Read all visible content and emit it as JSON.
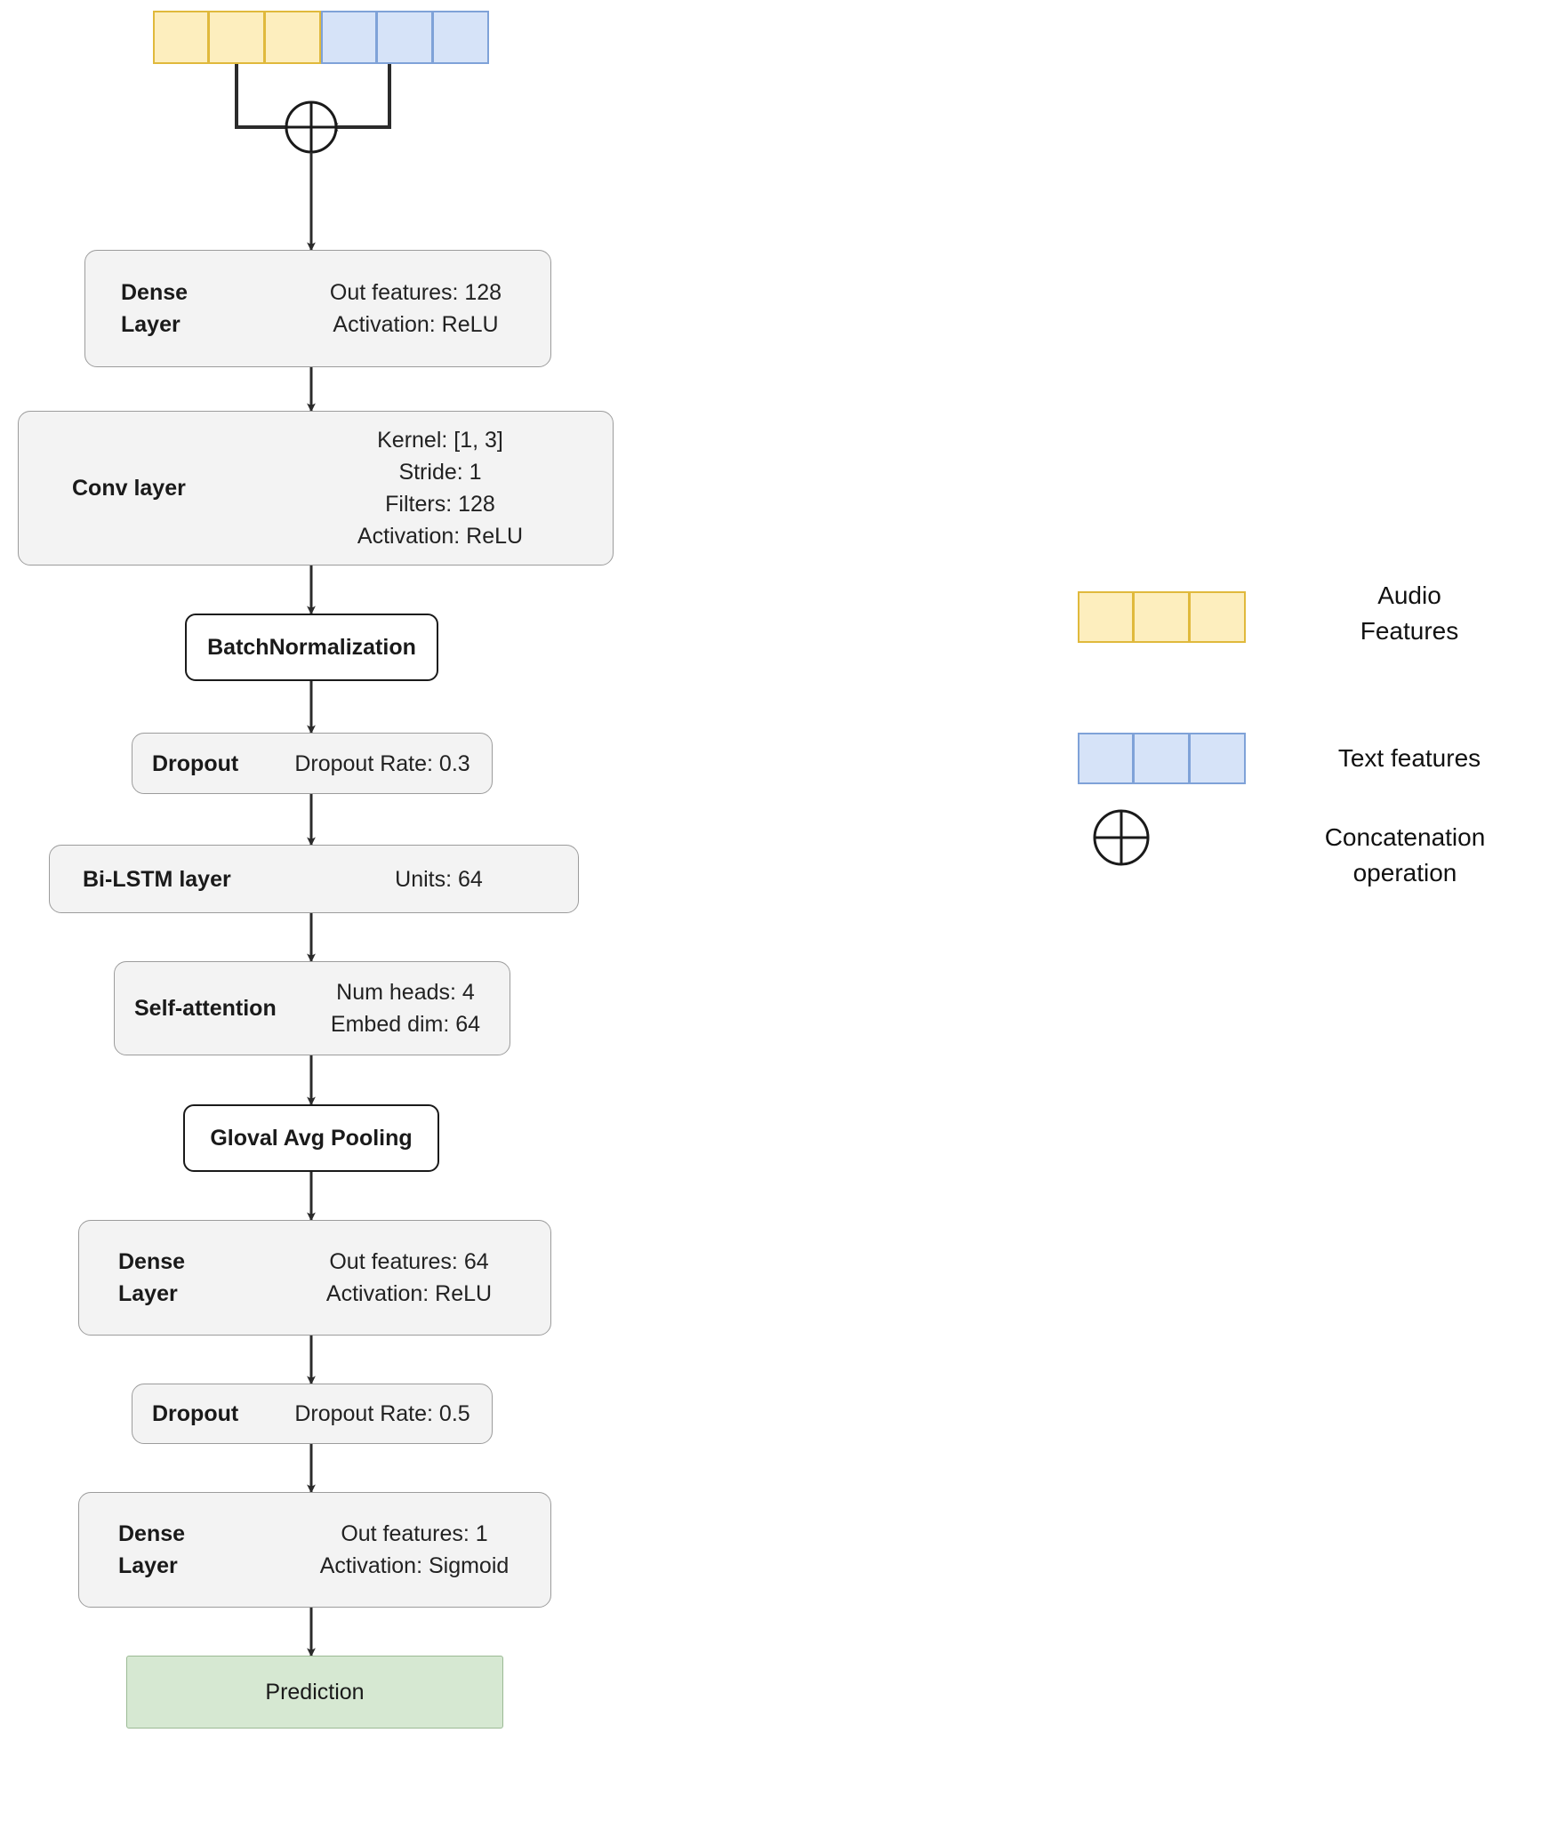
{
  "diagram": {
    "title": "Multimodal audio-text neural network architecture",
    "input_strip": {
      "audio_cells": 3,
      "text_cells": 3,
      "audio_fill": "#fdeebe",
      "audio_stroke": "#e0b93c",
      "text_fill": "#d6e3f8",
      "text_stroke": "#7fa2d8"
    },
    "concat_symbol": "circled-plus",
    "nodes": [
      {
        "id": "dense-1",
        "style": "grey",
        "title": "Dense\nLayer",
        "params": "Out features: 128\nActivation: ReLU"
      },
      {
        "id": "conv",
        "style": "grey",
        "title": "Conv layer",
        "params": "Kernel: [1, 3]\nStride: 1\nFilters: 128\nActivation: ReLU"
      },
      {
        "id": "batchnorm",
        "style": "white",
        "title": "BatchNormalization",
        "params": ""
      },
      {
        "id": "dropout-1",
        "style": "grey",
        "title": "Dropout",
        "params": "Dropout Rate: 0.3"
      },
      {
        "id": "bilstm",
        "style": "grey",
        "title": "Bi-LSTM layer",
        "params": "Units: 64"
      },
      {
        "id": "self-attention",
        "style": "grey",
        "title": "Self-attention",
        "params": "Num heads: 4\nEmbed dim: 64"
      },
      {
        "id": "global-avg-pooling",
        "style": "white",
        "title": "Gloval Avg Pooling",
        "params": ""
      },
      {
        "id": "dense-2",
        "style": "grey",
        "title": "Dense\nLayer",
        "params": "Out features: 64\nActivation: ReLU"
      },
      {
        "id": "dropout-2",
        "style": "grey",
        "title": "Dropout",
        "params": "Dropout Rate: 0.5"
      },
      {
        "id": "dense-3",
        "style": "grey",
        "title": "Dense\nLayer",
        "params": "Out features: 1\nActivation: Sigmoid"
      },
      {
        "id": "prediction",
        "style": "green",
        "title": "Prediction",
        "params": ""
      }
    ],
    "legend": [
      {
        "id": "audio-features",
        "swatch": "audio-blocks",
        "label": "Audio\nFeatures"
      },
      {
        "id": "text-features",
        "swatch": "text-blocks",
        "label": "Text features"
      },
      {
        "id": "concatenation",
        "swatch": "circled-plus",
        "label": "Concatenation\noperation"
      }
    ]
  }
}
